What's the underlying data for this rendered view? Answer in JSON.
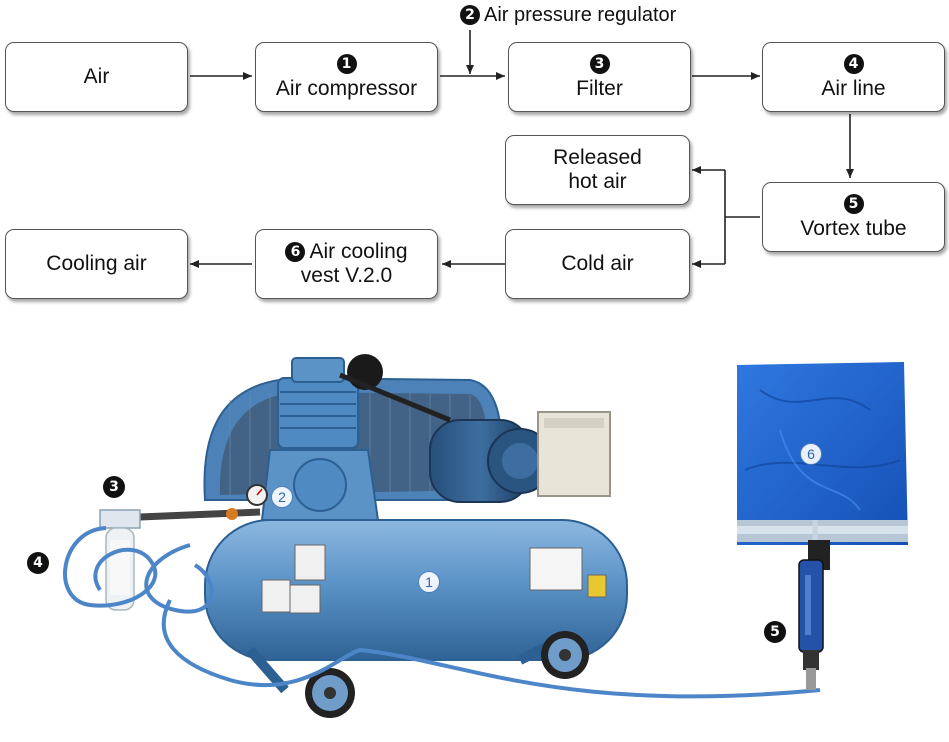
{
  "flow": {
    "air": "Air",
    "compressor": {
      "num": "1",
      "label": "Air compressor"
    },
    "regulator": {
      "num": "2",
      "label": "Air pressure regulator"
    },
    "filter": {
      "num": "3",
      "label": "Filter"
    },
    "air_line": {
      "num": "4",
      "label": "Air line"
    },
    "vortex": {
      "num": "5",
      "label": "Vortex tube"
    },
    "released_hot_air": "Released hot air",
    "cold_air": "Cold air",
    "vest": {
      "num": "6",
      "label": "Air cooling vest V.2.0"
    },
    "cooling_air": "Cooling air"
  },
  "photo_labels": {
    "compressor": "1",
    "regulator": "2",
    "filter": "3",
    "air_line": "4",
    "vortex": "5",
    "vest": "6"
  },
  "colors": {
    "compressor_blue": "#5b93c7",
    "vest_blue": "#1f63d0",
    "hose_blue": "#4d86c8",
    "arrow": "#222222"
  }
}
